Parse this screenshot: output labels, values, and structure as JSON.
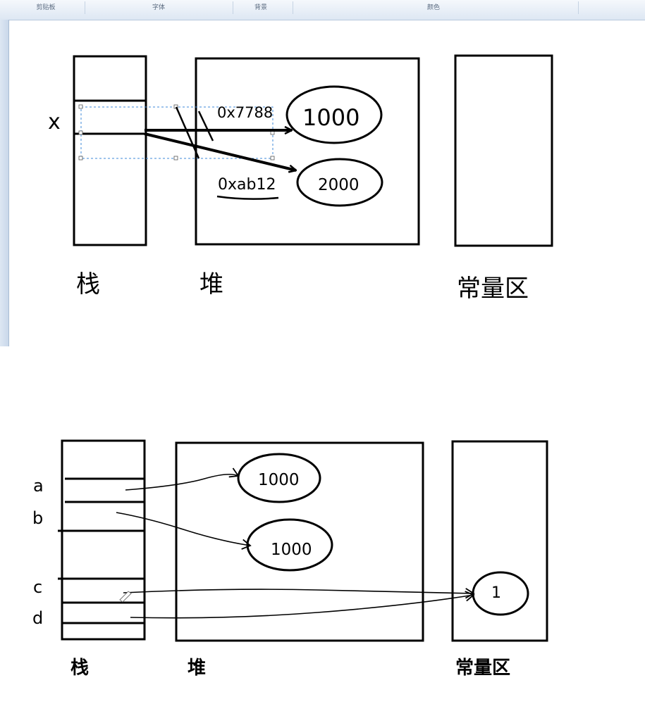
{
  "ribbon": {
    "groups": [
      "剪贴板",
      "字体",
      "背景",
      "颜色"
    ]
  },
  "diagram1": {
    "variable_label": "x",
    "address_1": "0x7788",
    "address_2": "0xab12",
    "value_1": "1000",
    "value_2": "2000",
    "region_stack": "栈",
    "region_heap": "堆",
    "region_constant": "常量区"
  },
  "diagram2": {
    "variables": [
      "a",
      "b",
      "c",
      "d"
    ],
    "value_1": "1000",
    "value_2": "1000",
    "constant_value": "1",
    "region_stack": "栈",
    "region_heap": "堆",
    "region_constant": "常量区"
  }
}
